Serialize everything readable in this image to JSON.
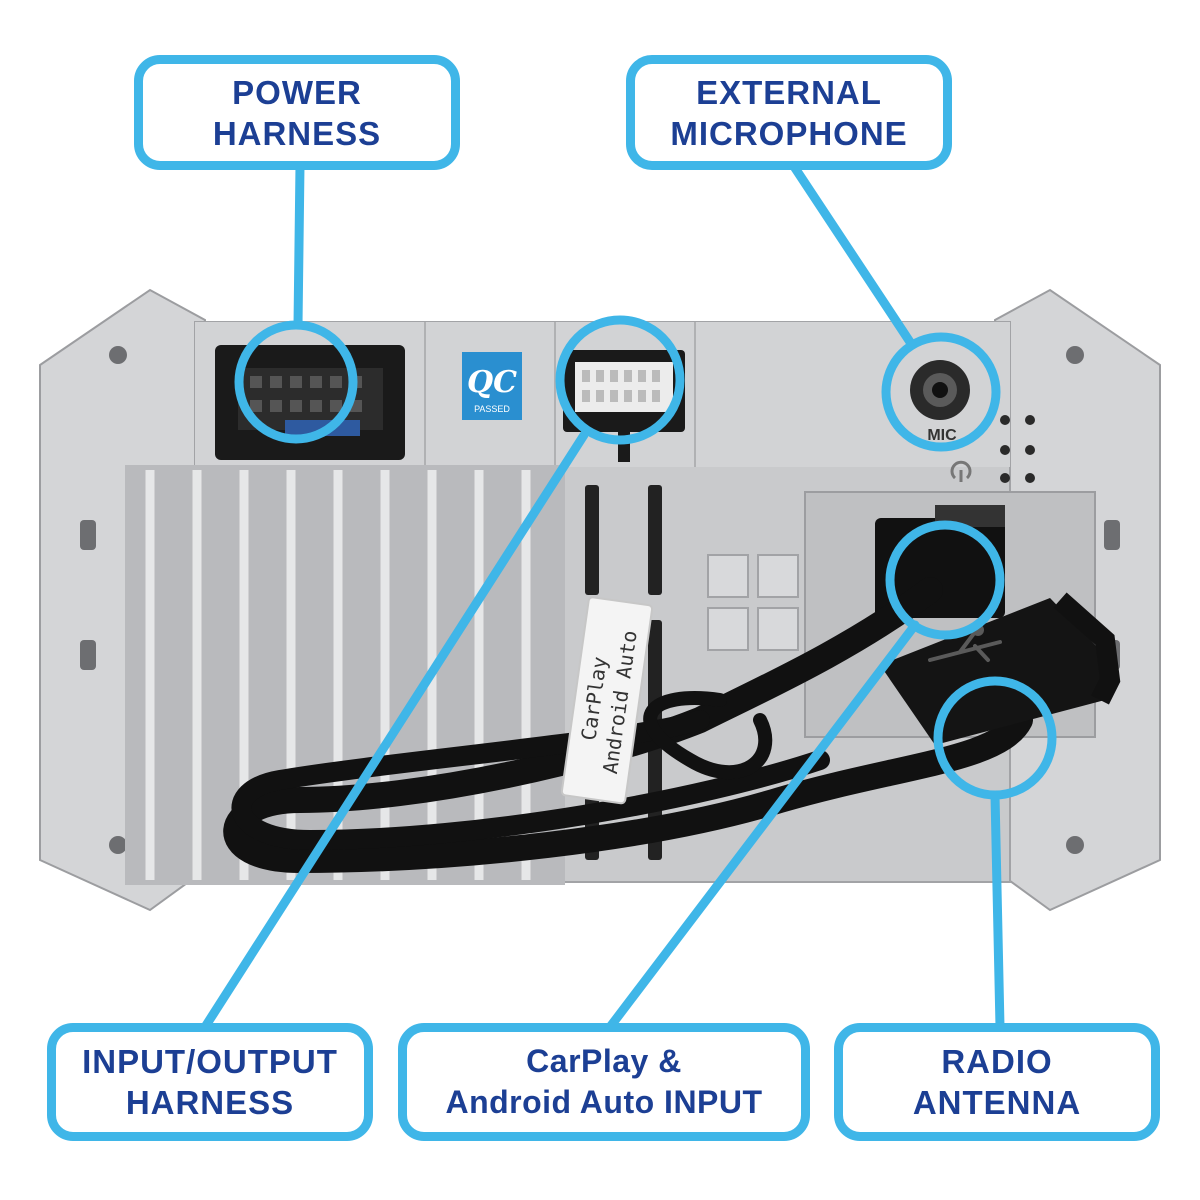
{
  "callouts": {
    "power_harness": {
      "line1": "POWER",
      "line2": "HARNESS"
    },
    "external_microphone": {
      "line1": "EXTERNAL",
      "line2": "MICROPHONE"
    },
    "io_harness": {
      "line1": "INPUT/OUTPUT",
      "line2": "HARNESS"
    },
    "carplay_input": {
      "line1": "CarPlay &",
      "line2": "Android Auto INPUT"
    },
    "radio_antenna": {
      "line1": "RADIO",
      "line2": "ANTENNA"
    }
  },
  "device": {
    "qc_badge": {
      "title": "QC",
      "subtitle": "PASSED"
    },
    "mic_label": "MIC",
    "cable_tag": {
      "line1": "CarPlay",
      "line2": "Android Auto"
    }
  },
  "colors": {
    "accent": "#3fb6e8",
    "label_text": "#1c3f94",
    "chassis": "#c9cacc",
    "heatsink": "#b9babd",
    "connector": "#1a1a1a",
    "cable": "#111111"
  },
  "icons": [
    "usb-icon",
    "ground-icon"
  ]
}
